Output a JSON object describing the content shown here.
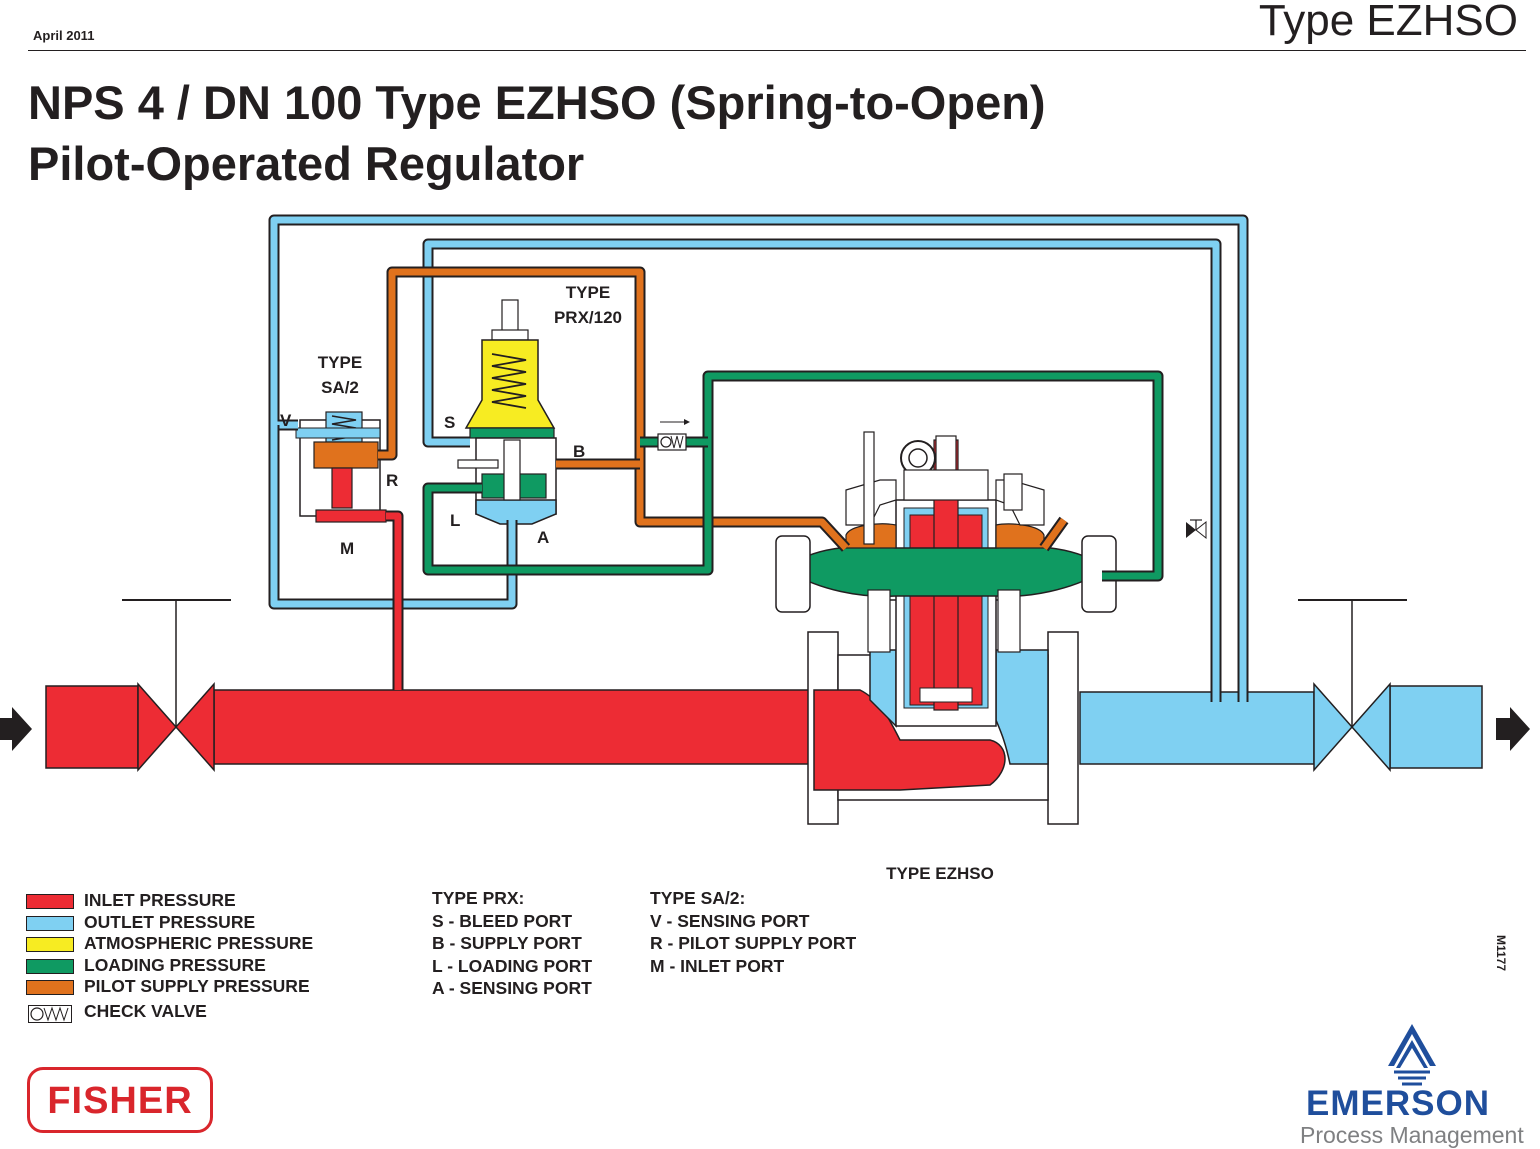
{
  "header": {
    "date": "April 2011",
    "doc_type": "Type EZHSO"
  },
  "title": {
    "line1": "NPS 4 / DN 100 Type EZHSO (Spring-to-Open)",
    "line2": "Pilot-Operated Regulator"
  },
  "diagram": {
    "labels": {
      "prx_type": "TYPE",
      "prx_model": "PRX/120",
      "sa2_type": "TYPE",
      "sa2_model": "SA/2",
      "main_valve": "TYPE EZHSO",
      "port_v": "V",
      "port_r": "R",
      "port_m": "M",
      "port_s": "S",
      "port_b": "B",
      "port_l": "L",
      "port_a": "A"
    },
    "colors": {
      "inlet": "#ed2c34",
      "outlet": "#7fd0f2",
      "atmospheric": "#f7ec22",
      "loading": "#0f9a62",
      "pilot_supply": "#e0721d",
      "outline": "#231f20"
    }
  },
  "legend": {
    "items": [
      {
        "label": "INLET PRESSURE",
        "color": "#ed2c34"
      },
      {
        "label": "OUTLET PRESSURE",
        "color": "#7fd0f2"
      },
      {
        "label": "ATMOSPHERIC PRESSURE",
        "color": "#f7ec22"
      },
      {
        "label": "LOADING PRESSURE",
        "color": "#0f9a62"
      },
      {
        "label": "PILOT SUPPLY PRESSURE",
        "color": "#e0721d"
      }
    ],
    "check_valve_label": "CHECK VALVE"
  },
  "port_keys": {
    "prx": {
      "heading": "TYPE PRX:",
      "lines": [
        "S - BLEED PORT",
        "B - SUPPLY PORT",
        "L - LOADING PORT",
        "A - SENSING PORT"
      ]
    },
    "sa2": {
      "heading": "TYPE SA/2:",
      "lines": [
        "V - SENSING PORT",
        "R - PILOT SUPPLY PORT",
        "M - INLET PORT"
      ]
    }
  },
  "figure_code": "M1177",
  "logos": {
    "fisher": "FISHER",
    "emerson": "EMERSON",
    "emerson_tagline": "Process Management"
  }
}
